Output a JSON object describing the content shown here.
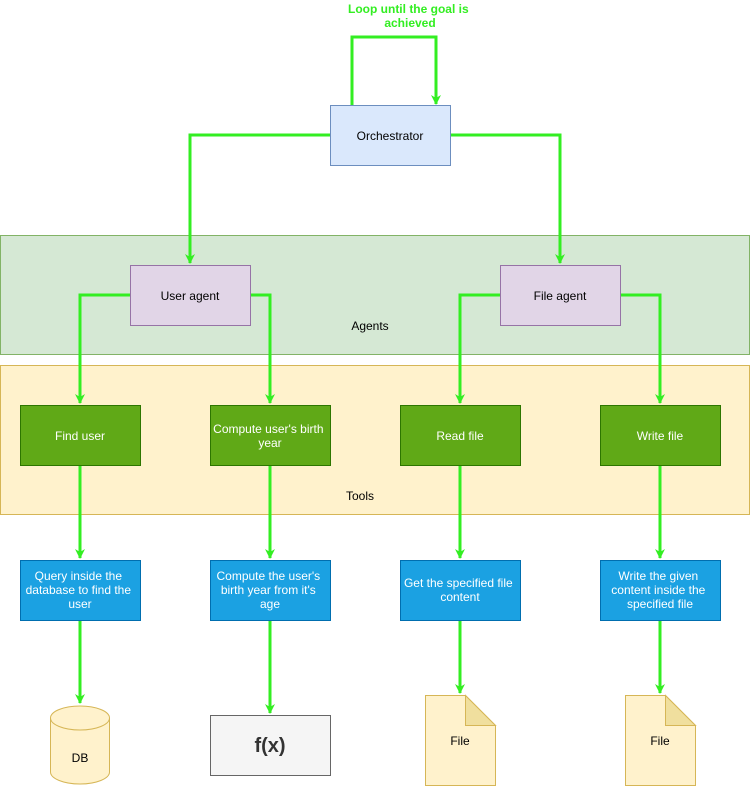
{
  "loop_label": [
    "Loop until the goal is",
    "achieved"
  ],
  "orchestrator": "Orchestrator",
  "groups": {
    "agents": "Agents",
    "tools": "Tools"
  },
  "agents": {
    "user": "User agent",
    "file": "File agent"
  },
  "tools": {
    "find_user": [
      "Find user"
    ],
    "compute_birth_year": [
      "Compute user's birth",
      "year"
    ],
    "read_file": [
      "Read file"
    ],
    "write_file": [
      "Write file"
    ]
  },
  "actions": {
    "query_db": [
      "Query inside the",
      "database to find the",
      "user"
    ],
    "compute_age": [
      "Compute the user's",
      "birth year from it's",
      "age"
    ],
    "get_file": [
      "Get the specified file",
      "content"
    ],
    "write_content": [
      "Write the given",
      "content inside the",
      "specified file"
    ]
  },
  "resources": {
    "db": "DB",
    "fx": "f(x)",
    "file_read": "File",
    "file_write": "File"
  },
  "colors": {
    "arrow": "#33ee22",
    "orchestrator_fill": "#dae8fc",
    "orchestrator_stroke": "#6c8ebf",
    "agents_bg": "#d5e8d4",
    "agents_stroke": "#82b366",
    "agent_fill": "#e1d5e7",
    "agent_stroke": "#9673a6",
    "tools_bg": "#fff2cc",
    "tools_stroke": "#d6b656",
    "tool_fill": "#60a917",
    "tool_stroke": "#2d7600",
    "action_fill": "#1ba1e2",
    "action_stroke": "#006eaf",
    "resource_fill": "#fff2cc",
    "resource_stroke": "#d6b656",
    "fx_fill": "#f5f5f5",
    "fx_stroke": "#666666"
  }
}
